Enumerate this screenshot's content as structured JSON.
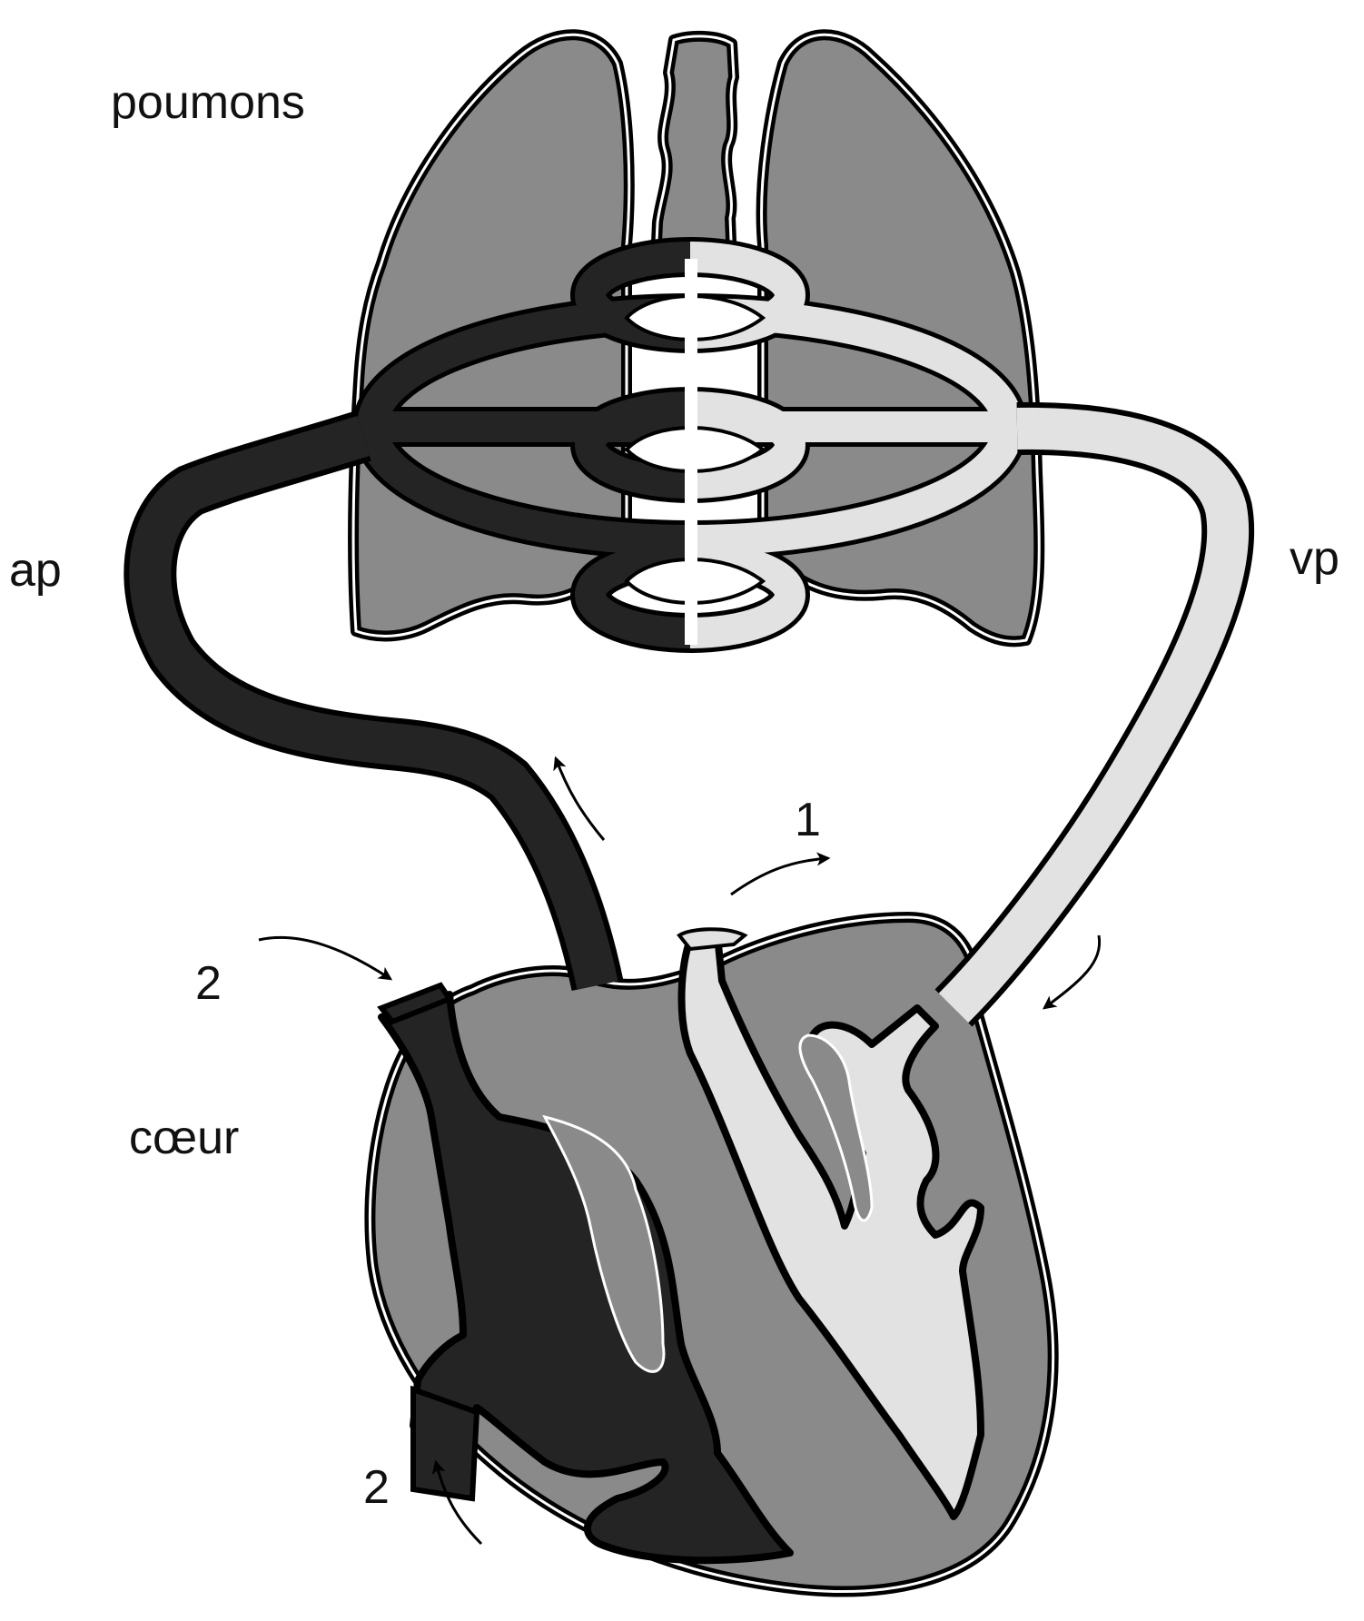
{
  "labels": {
    "lungs": "poumons",
    "pulmonary_artery": "ap",
    "pulmonary_vein": "vp",
    "heart": "cœur",
    "marker_1": "1",
    "marker_2_upper": "2",
    "marker_2_lower": "2"
  },
  "colors": {
    "outline": "#000000",
    "tissue": "#8a8a8a",
    "deoxygenated_blood": "#242424",
    "oxygenated_blood": "#e2e2e2",
    "background": "#ffffff"
  }
}
